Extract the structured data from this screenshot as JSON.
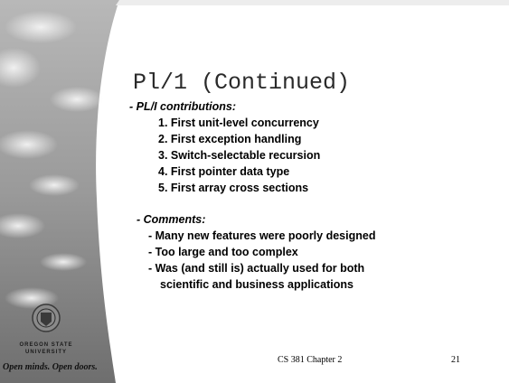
{
  "slide": {
    "title": "Pl/1 (Continued)",
    "contributions": {
      "heading": "- PL/I contributions:",
      "items": [
        "1. First unit-level concurrency",
        "2. First exception handling",
        "3. Switch-selectable recursion",
        "4. First pointer data type",
        "5. First array cross sections"
      ]
    },
    "comments": {
      "heading": "- Comments:",
      "items": [
        "- Many new features were poorly designed",
        "- Too large and too complex",
        "- Was (and still is) actually used for both",
        "scientific and business applications"
      ]
    },
    "footer": {
      "course": "CS 381  Chapter 2",
      "page": "21"
    },
    "logo": {
      "line1": "OREGON STATE",
      "line2": "UNIVERSITY"
    },
    "tagline": "Open minds. Open doors."
  }
}
